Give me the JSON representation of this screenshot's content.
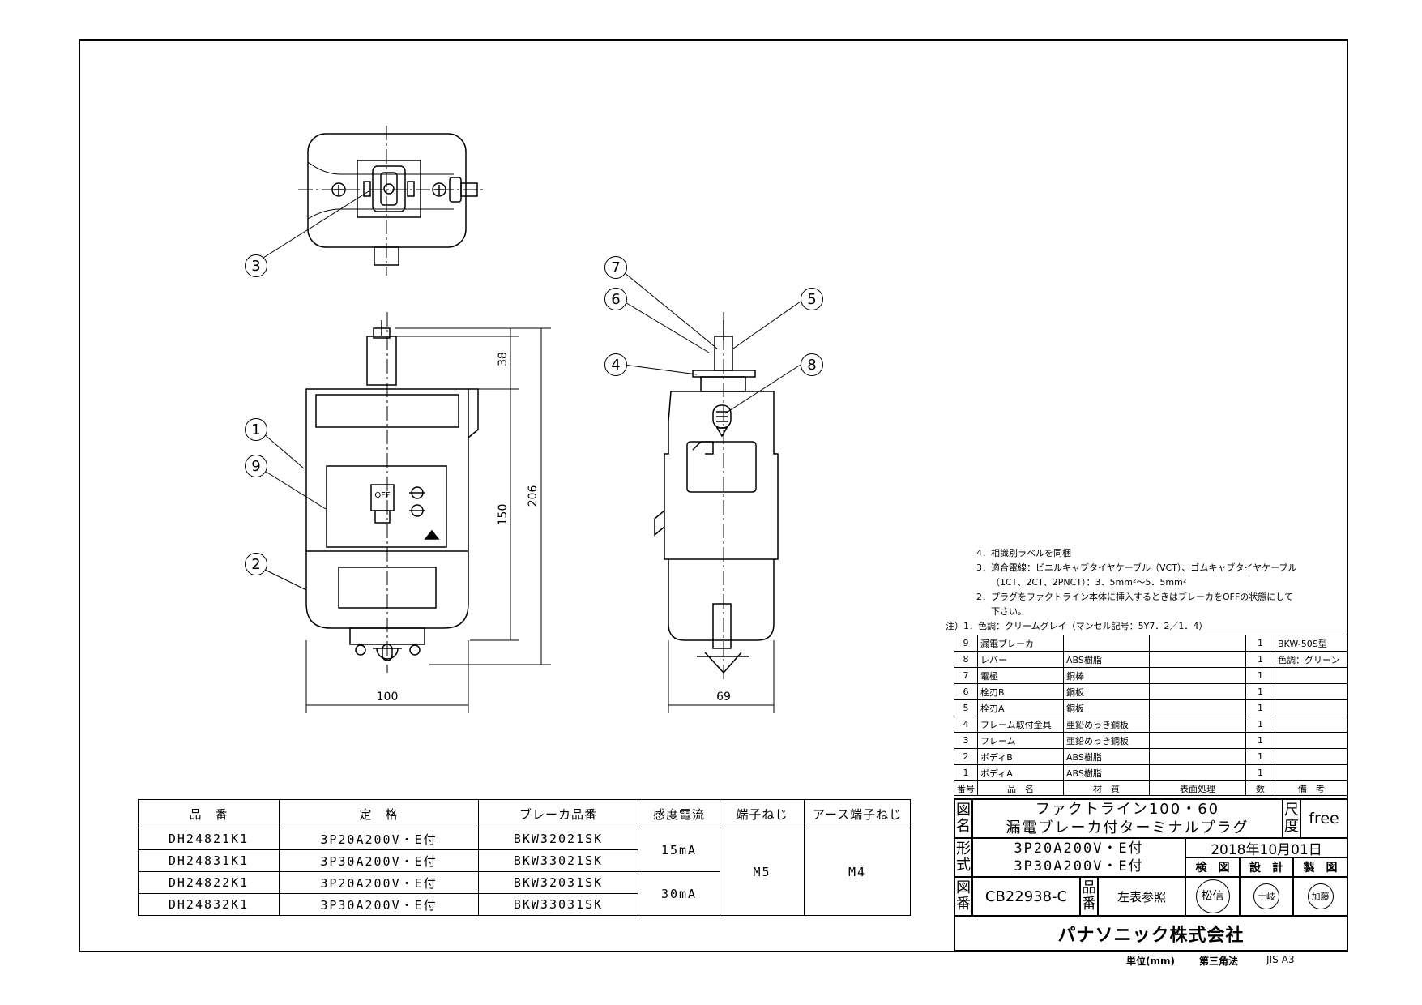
{
  "balloons": [
    "1",
    "2",
    "3",
    "4",
    "5",
    "6",
    "7",
    "8",
    "9"
  ],
  "dimensions": {
    "front_width": "100",
    "side_width": "69",
    "top_height": "38",
    "body_height": "150",
    "total_height": "206"
  },
  "device_label": {
    "off": "OFF"
  },
  "spec_table": {
    "headers": [
      "品　番",
      "定　格",
      "ブレーカ品番",
      "感度電流",
      "端子ねじ",
      "アース端子ねじ"
    ],
    "rows": [
      {
        "part_no": "DH24821K1",
        "rating": "3P20A200V・E付",
        "breaker": "BKW32021SK"
      },
      {
        "part_no": "DH24831K1",
        "rating": "3P30A200V・E付",
        "breaker": "BKW33021SK"
      },
      {
        "part_no": "DH24822K1",
        "rating": "3P20A200V・E付",
        "breaker": "BKW32031SK"
      },
      {
        "part_no": "DH24832K1",
        "rating": "3P30A200V・E付",
        "breaker": "BKW33031SK"
      }
    ],
    "sensitivity": [
      "15mA",
      "30mA"
    ],
    "terminal_screw": "M5",
    "earth_screw": "M4"
  },
  "notes": [
    "4．相識別ラベルを同梱",
    "3．適合電線：ビニルキャブタイヤケーブル（VCT）、ゴムキャブタイヤケーブル",
    "（1CT、2CT、2PNCT）：3．5mm²～5．5mm²",
    "2．プラグをファクトライン本体に挿入するときはブレーカをOFFの状態にして",
    "下さい。",
    "注）1．色調：クリームグレイ（マンセル記号：5Y7．2／1．4）"
  ],
  "parts_table": {
    "rows": [
      {
        "no": "9",
        "name": "漏電ブレーカ",
        "material": "",
        "finish": "",
        "qty": "1",
        "remark": "BKW-50S型"
      },
      {
        "no": "8",
        "name": "レバー",
        "material": "ABS樹脂",
        "finish": "",
        "qty": "1",
        "remark": "色調：グリーン"
      },
      {
        "no": "7",
        "name": "電極",
        "material": "銅棒",
        "finish": "",
        "qty": "1",
        "remark": ""
      },
      {
        "no": "6",
        "name": "栓刃B",
        "material": "銅板",
        "finish": "",
        "qty": "1",
        "remark": ""
      },
      {
        "no": "5",
        "name": "栓刃A",
        "material": "銅板",
        "finish": "",
        "qty": "1",
        "remark": ""
      },
      {
        "no": "4",
        "name": "フレーム取付金具",
        "material": "亜鉛めっき鋼板",
        "finish": "",
        "qty": "1",
        "remark": ""
      },
      {
        "no": "3",
        "name": "フレーム",
        "material": "亜鉛めっき鋼板",
        "finish": "",
        "qty": "1",
        "remark": ""
      },
      {
        "no": "2",
        "name": "ボディB",
        "material": "ABS樹脂",
        "finish": "",
        "qty": "1",
        "remark": ""
      },
      {
        "no": "1",
        "name": "ボディA",
        "material": "ABS樹脂",
        "finish": "",
        "qty": "1",
        "remark": ""
      }
    ],
    "header": {
      "no": "番号",
      "name": "品　名",
      "material": "材　質",
      "finish": "表面処理",
      "qty": "数",
      "remark": "備　考"
    }
  },
  "title_block": {
    "name_label_1": "図",
    "name_label_2": "名",
    "name_line_1": "ファクトライン100・60",
    "name_line_2": "漏電ブレーカ付ターミナルプラグ",
    "scale_label_1": "尺",
    "scale_label_2": "度",
    "scale": "free",
    "type_label_1": "形",
    "type_label_2": "式",
    "type_line_1": "3P20A200V・E付",
    "type_line_2": "3P30A200V・E付",
    "date": "2018年10月01日",
    "check": "検　図",
    "design": "設　計",
    "drafting": "製　図",
    "drawing_no_label_1": "図",
    "drawing_no_label_2": "番",
    "drawing_no": "CB22938-C",
    "part_no_label_1": "品",
    "part_no_label_2": "番",
    "part_no": "左表参照",
    "stamp_check": "松信",
    "stamp_design": "土岐",
    "stamp_drafting": "加藤",
    "company": "パナソニック株式会社"
  },
  "footer": {
    "unit": "単位(mm)",
    "projection": "第三角法",
    "paper": "JIS-A3"
  }
}
